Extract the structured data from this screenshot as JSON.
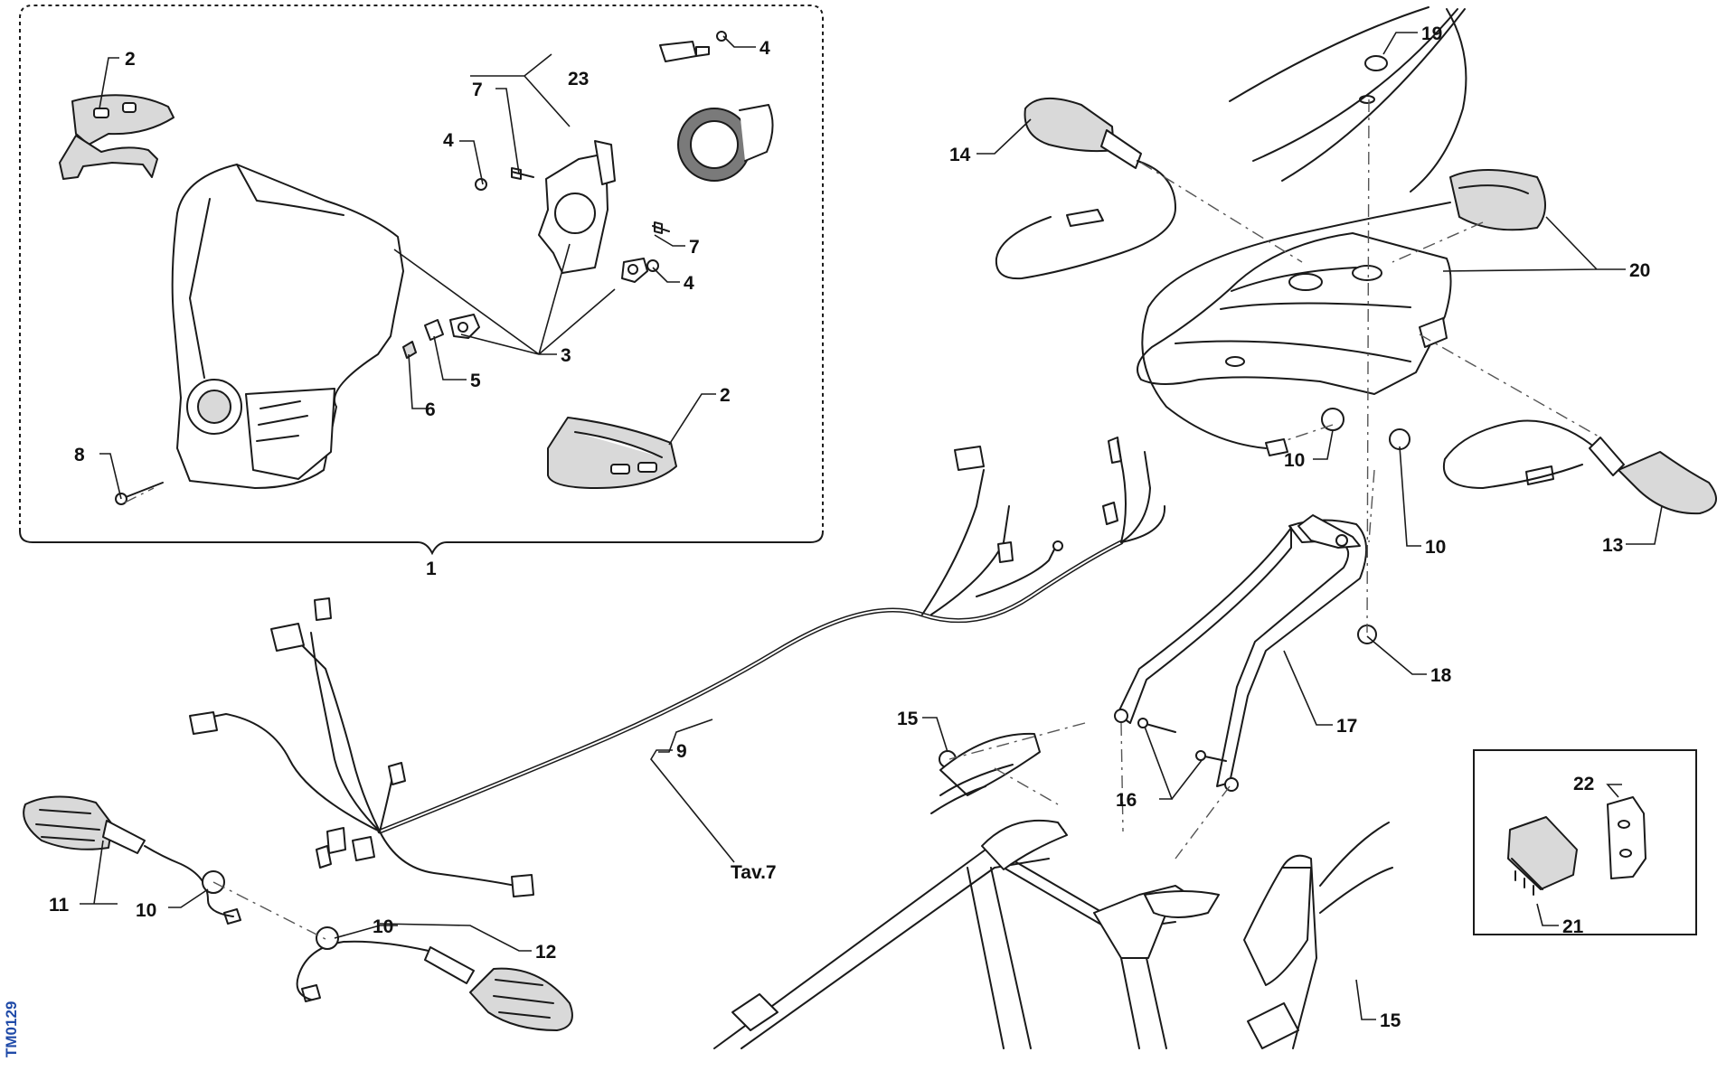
{
  "drawing_code": "TM0129",
  "callouts": {
    "c1": "1",
    "c2a": "2",
    "c2b": "2",
    "c3": "3",
    "c4a": "4",
    "c4b": "4",
    "c4c": "4",
    "c5": "5",
    "c6": "6",
    "c7a": "7",
    "c7b": "7",
    "c8": "8",
    "c9": "9",
    "c10a": "10",
    "c10b": "10",
    "c10c": "10",
    "c10d": "10",
    "c11": "11",
    "c12": "12",
    "c13": "13",
    "c14": "14",
    "c15a": "15",
    "c15b": "15",
    "c16": "16",
    "c17": "17",
    "c18": "18",
    "c19": "19",
    "c20": "20",
    "c21": "21",
    "c22": "22",
    "c23": "23",
    "ref": "Tav.7"
  }
}
